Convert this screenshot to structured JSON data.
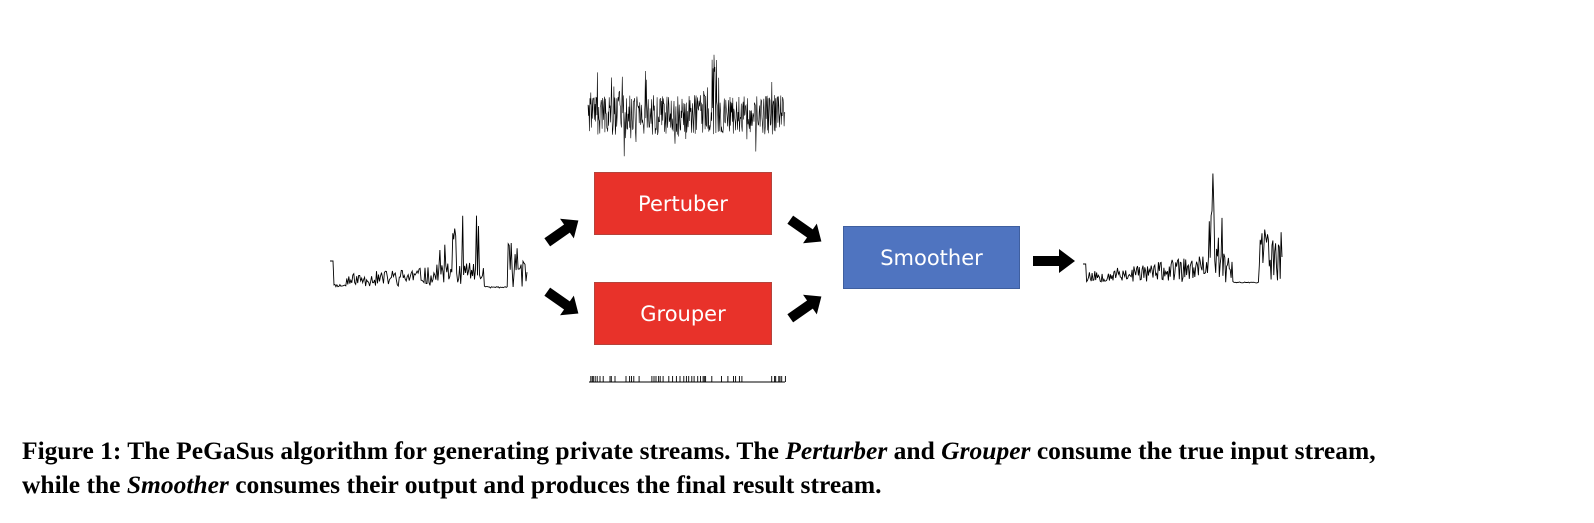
{
  "diagram": {
    "nodes": {
      "perturber": {
        "label": "Pertuber",
        "color": "#e8322a"
      },
      "grouper": {
        "label": "Grouper",
        "color": "#e8322a"
      },
      "smoother": {
        "label": "Smoother",
        "color": "#4f74c0"
      }
    },
    "edges": [
      {
        "from": "input-stream",
        "to": "perturber"
      },
      {
        "from": "input-stream",
        "to": "grouper"
      },
      {
        "from": "perturber",
        "to": "smoother"
      },
      {
        "from": "grouper",
        "to": "smoother"
      },
      {
        "from": "smoother",
        "to": "output-stream"
      }
    ],
    "streams": {
      "input": {
        "kind": "sparse-spiky",
        "seed": 11
      },
      "perturber_output": {
        "kind": "dense-noisy",
        "seed": 23
      },
      "grouper_output": {
        "kind": "barcode",
        "seed": 37
      },
      "final_output": {
        "kind": "sparse-spiky",
        "seed": 53
      }
    },
    "arrow_color": "#000000"
  },
  "caption": {
    "prefix": "Figure 1: The PeGaSus algorithm for generating private streams. The ",
    "perturber": "Perturber",
    "mid1": " and ",
    "grouper": "Grouper",
    "mid2": " consume the true input stream,",
    "line2_prefix": "while the ",
    "smoother": "Smoother",
    "line2_suffix": " consumes their output and produces the final result stream."
  }
}
